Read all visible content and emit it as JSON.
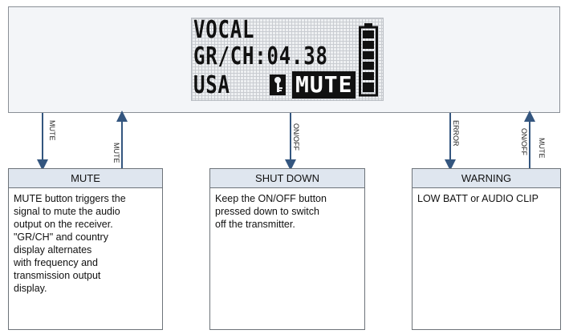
{
  "display": {
    "line1": "VOCAL",
    "line2": "GR/CH:04.38",
    "line3": "USA",
    "mute_badge": "MUTE"
  },
  "arrow_labels": {
    "mute_down": "MUTE",
    "mute_up": "MUTE",
    "onoff_down": "ON/OFF",
    "error_down": "ERROR",
    "onoff_up": "ON/OFF",
    "mute_up_right": "MUTE"
  },
  "boxes": {
    "mute": {
      "title": "MUTE",
      "lines": [
        "MUTE button triggers the",
        "signal to mute the audio",
        "output on the receiver.",
        "\"GR/CH\" and country",
        "display alternates",
        "with frequency and",
        "transmission output",
        "display."
      ]
    },
    "shutdown": {
      "title": "SHUT DOWN",
      "lines": [
        "Keep the ON/OFF button",
        "pressed down to switch",
        "off the transmitter."
      ]
    },
    "warning": {
      "title": "WARNING",
      "lines": [
        "LOW BATT or AUDIO CLIP"
      ]
    }
  },
  "colors": {
    "arrow": "#34567f",
    "title_bg": "#dfe6ef",
    "panel_bg": "#f3f5f8"
  }
}
